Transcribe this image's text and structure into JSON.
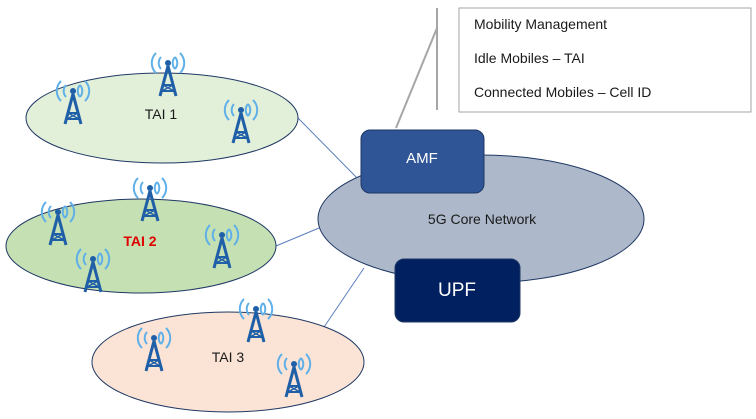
{
  "callout": {
    "lines": [
      "Mobility Management",
      "Idle Mobiles – TAI",
      "Connected Mobiles – Cell ID"
    ]
  },
  "core": {
    "label": "5G Core Network",
    "amf_label": "AMF",
    "upf_label": "UPF"
  },
  "areas": [
    {
      "label": "TAI 1",
      "fill": "#e2efd9",
      "label_color": "#1a1a1a"
    },
    {
      "label": "TAI 2",
      "fill": "#c5e0b3",
      "label_color": "#e00000"
    },
    {
      "label": "TAI 3",
      "fill": "#fbe4d5",
      "label_color": "#1a1a1a"
    }
  ],
  "colors": {
    "core_fill": "#adb9ca",
    "amf_fill": "#2f5597",
    "upf_fill": "#002060",
    "tower": "#1f5fa8",
    "signal": "#5fb0e8",
    "link": "#5b7fc0"
  },
  "icons": {
    "tower": "cell-tower-icon"
  }
}
